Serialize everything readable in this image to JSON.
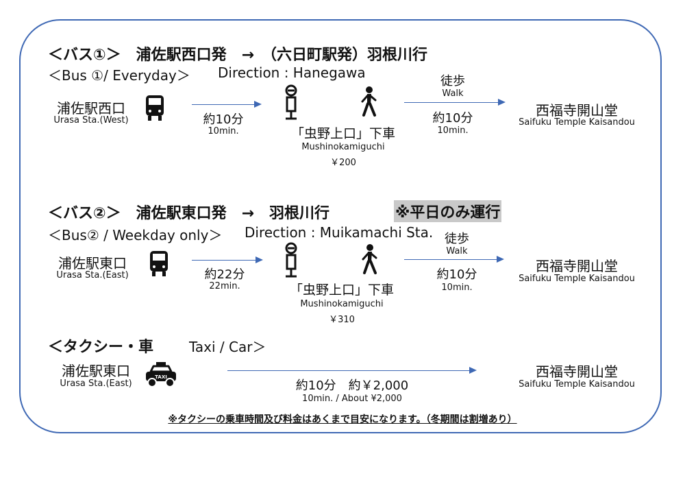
{
  "destination": {
    "jp": "西福寺開山堂",
    "en": "Saifuku Temple Kaisandou"
  },
  "route1": {
    "header": "＜バス①＞　浦佐駅西口発　→　（六日町駅発）羽根川行",
    "subheader": "＜Bus ①/ Everyday＞",
    "direction": "Direction : Hanegawa",
    "origin_jp": "浦佐駅西口",
    "origin_en": "Urasa Sta.(West)",
    "ride_jp": "約10分",
    "ride_en": "10min.",
    "stop_jp": "「虫野上口」下車",
    "stop_en": "Mushinokamiguchi",
    "fare": "￥200",
    "walk_jp": "徒歩",
    "walk_en": "Walk",
    "walk_time_jp": "約10分",
    "walk_time_en": "10min."
  },
  "route2": {
    "header": "＜バス②＞　浦佐駅東口発　→　羽根川行",
    "weekday_badge": "※平日のみ運行",
    "subheader": "＜Bus② / Weekday only＞",
    "direction": "Direction : Muikamachi Sta.",
    "origin_jp": "浦佐駅東口",
    "origin_en": "Urasa Sta.(East)",
    "ride_jp": "約22分",
    "ride_en": "22min.",
    "stop_jp": "「虫野上口」下車",
    "stop_en": "Mushinokamiguchi",
    "fare": "￥310",
    "walk_jp": "徒歩",
    "walk_en": "Walk",
    "walk_time_jp": "約10分",
    "walk_time_en": "10min."
  },
  "taxi": {
    "header_jp": "＜タクシー・車",
    "header_en": "Taxi / Car＞",
    "origin_jp": "浦佐駅東口",
    "origin_en": "Urasa Sta.(East)",
    "time_jp": "約10分　約￥2,000",
    "time_en": "10min. / About ¥2,000",
    "taxi_sign": "TAXI"
  },
  "note": "※タクシーの乗車時間及び料金はあくまで目安になります。（冬期間は割増あり）",
  "colors": {
    "frame": "#3e68b4",
    "arrow": "#3e68b4",
    "highlight": "#c9c9c9"
  },
  "icons": [
    "bus-icon",
    "bus-stop-icon",
    "walking-person-icon",
    "taxi-icon"
  ]
}
